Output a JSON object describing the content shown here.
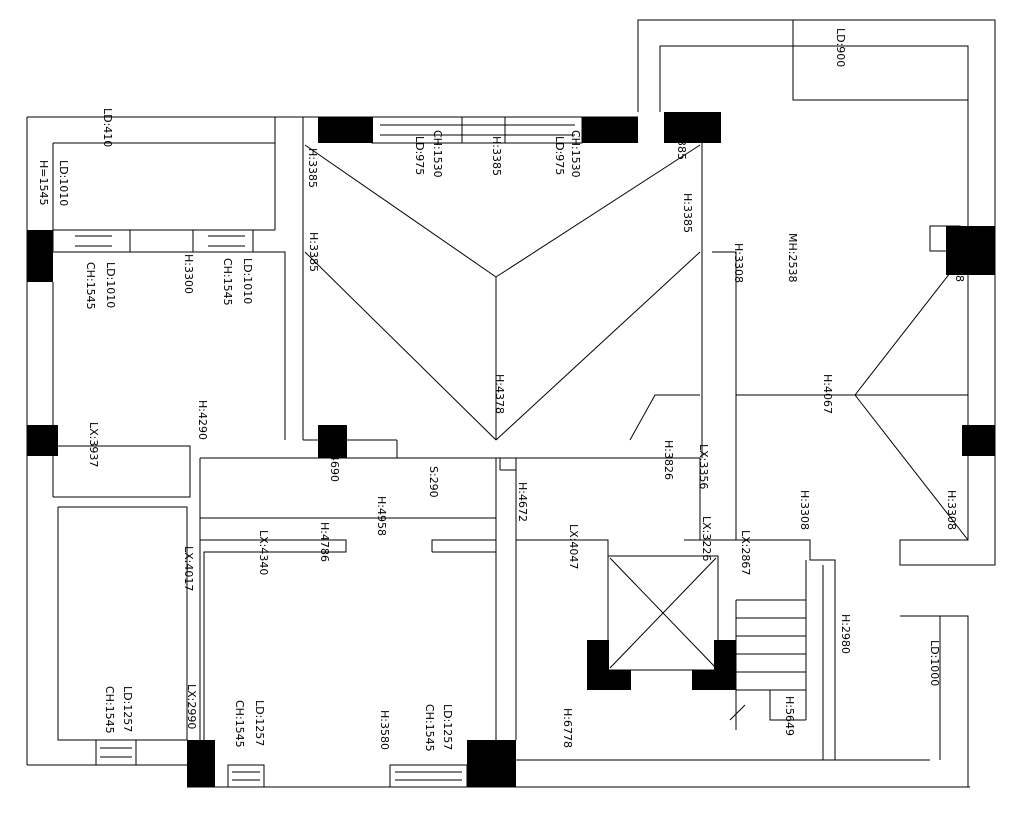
{
  "labels": {
    "ld410": "LD:410",
    "ld1010_h1545": "LD:1010",
    "h1545": "H=1545",
    "ld1010_a": "LD:1010",
    "ch1545_a": "CH:1545",
    "ld1010_b": "LD:1010",
    "ch1545_b": "CH:1545",
    "h3300": "H:3300",
    "h3385_a": "H:3385",
    "h3385_b": "H:3385",
    "ld975_a": "LD:975",
    "ch1530_a": "CH:1530",
    "h3385_c": "H:3385",
    "ld975_b": "LD:975",
    "ch1530_b": "CH:1530",
    "h3385_d": "H:3385",
    "h3385_e": "H:3385",
    "ld900": "LD:900",
    "h3308_a": "H:3308",
    "mh2538": "MH:2538",
    "h3308_b": "H:3308",
    "h4067": "H:4067",
    "h4378": "H:4378",
    "h4290": "H:4290",
    "lx3937": "LX:3937",
    "h4690": "H:4690",
    "s290": "S:290",
    "h4958": "H:4958",
    "h4786": "H:4786",
    "lx4340": "LX:4340",
    "lx4017": "LX:4017",
    "h4672": "H:4672",
    "h3826": "H:3826",
    "lx3356": "LX:3356",
    "lx3226": "LX:3226",
    "lx2867": "LX:2867",
    "h3308_c": "H:3308",
    "h3308_d": "H:3308",
    "lx4047": "LX:4047",
    "h2980": "H:2980",
    "ld1000": "LD:1000",
    "h5649": "H:5649",
    "h6778": "H:6778",
    "ld1257_a": "LD:1257",
    "ch1545_c": "CH:1545",
    "lx2990": "LX:2990",
    "ld1257_b": "LD:1257",
    "ch1545_d": "CH:1545",
    "h3580": "H:3580",
    "ld1257_c": "LD:1257",
    "ch1545_e": "CH:1545"
  }
}
